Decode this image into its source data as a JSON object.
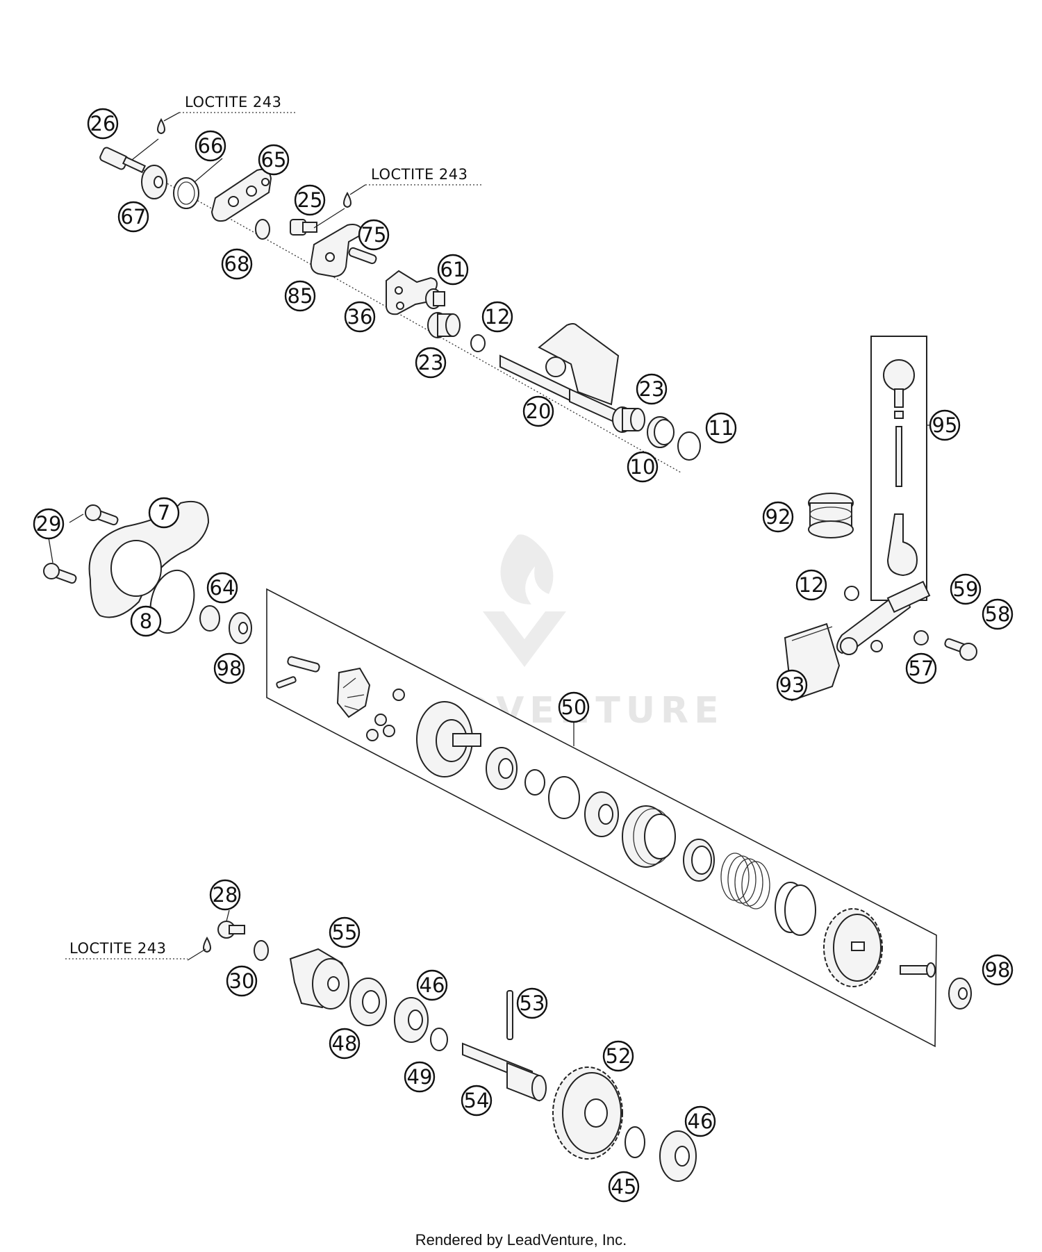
{
  "watermark": "LEADVENTURE",
  "footer": "Rendered by LeadVenture, Inc.",
  "loctite_label": "LOCTITE 243",
  "callouts": [
    "26",
    "66",
    "65",
    "67",
    "25",
    "75",
    "68",
    "85",
    "61",
    "36",
    "12",
    "23",
    "20",
    "23",
    "11",
    "10",
    "95",
    "7",
    "29",
    "92",
    "64",
    "12",
    "59",
    "8",
    "58",
    "98",
    "57",
    "93",
    "50",
    "28",
    "55",
    "98",
    "30",
    "46",
    "53",
    "48",
    "52",
    "49",
    "54",
    "46",
    "45"
  ]
}
